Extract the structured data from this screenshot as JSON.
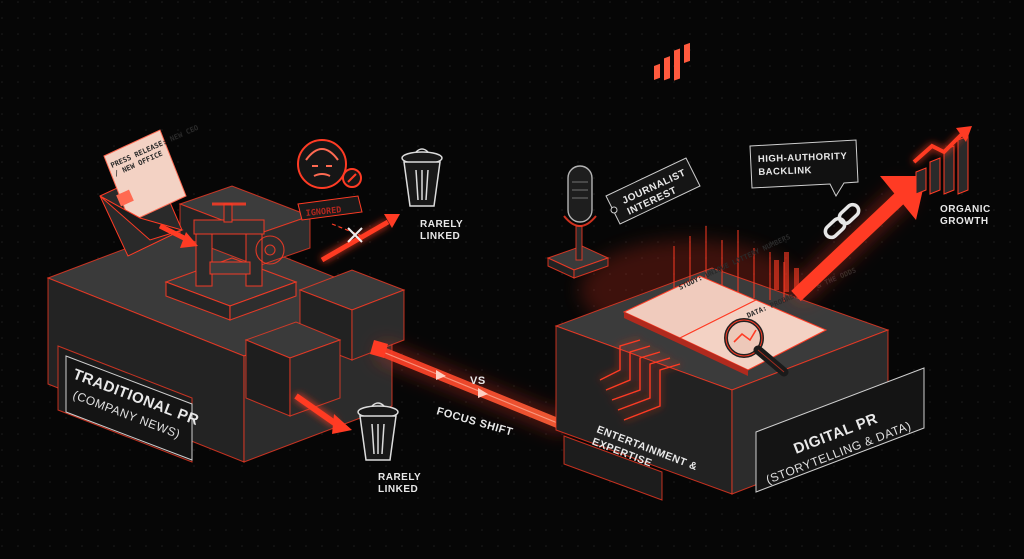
{
  "left": {
    "title": "TRADITIONAL PR",
    "subtitle": "(COMPANY NEWS)",
    "press_release": "PRESS RELEASE: NEW CEO / NEW OFFICE",
    "ignored_tag": "IGNORED",
    "rarely_linked_top": "RARELY LINKED",
    "rarely_linked_bottom": "RARELY LINKED"
  },
  "center": {
    "vs": "VS",
    "focus_shift": "FOCUS SHIFT"
  },
  "right": {
    "title": "DIGITAL PR",
    "subtitle": "(STORYTELLING & DATA)",
    "journalist_tag": "JOURNALIST INTEREST",
    "backlink_bubble": "HIGH-AUTHORITY BACKLINK",
    "organic_growth": "ORGANIC GROWTH",
    "entertainment": "ENTERTAINMENT & EXPERTISE",
    "book_left": "STUDY: UNIQUE LOTTERY NUMBERS",
    "book_right": "DATA: PROBABILITY & THE ODDS"
  },
  "colors": {
    "accent": "#ff3b24",
    "block": "#262626",
    "paper": "#f3d2c4"
  }
}
